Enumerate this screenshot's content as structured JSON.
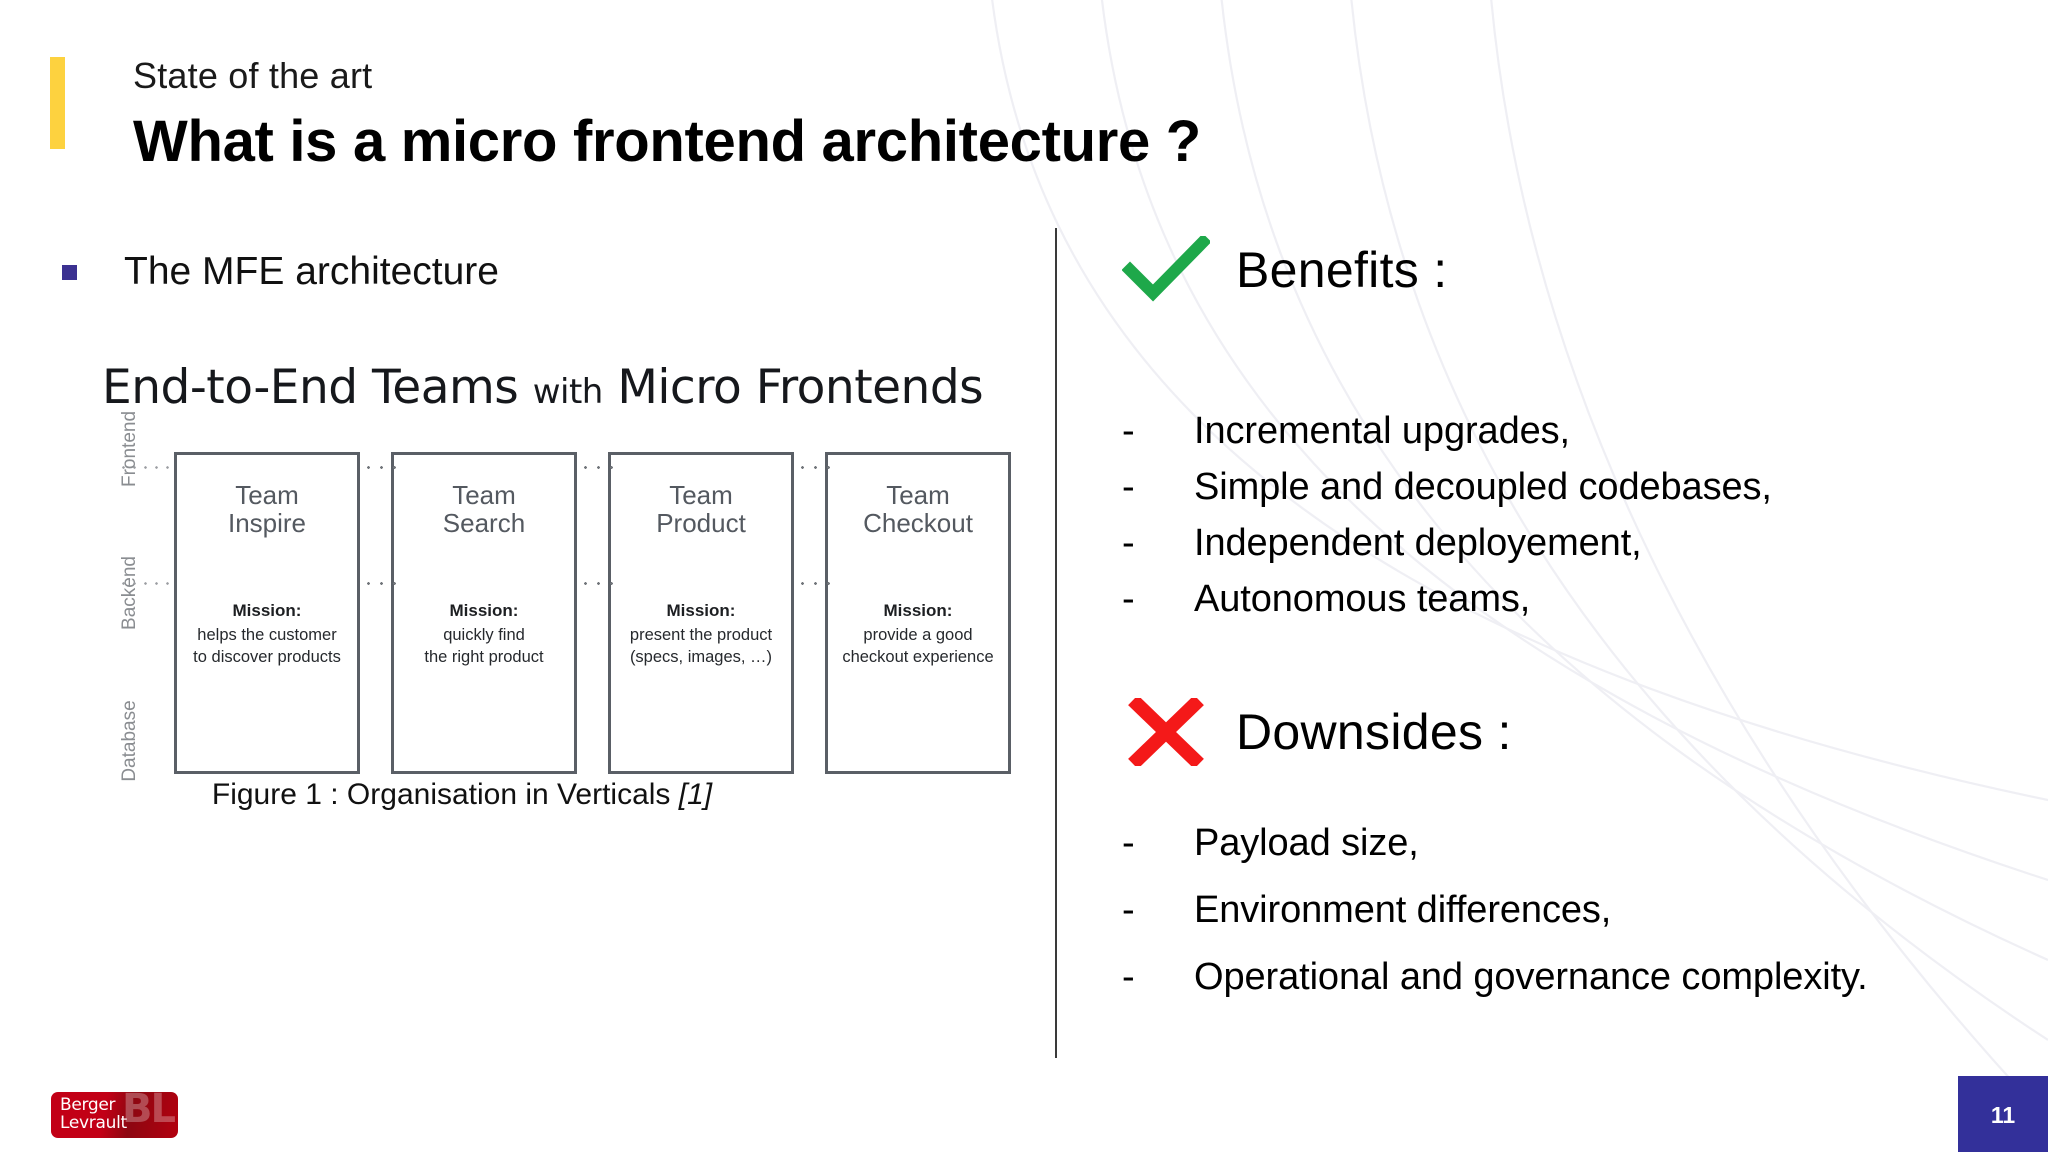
{
  "header": {
    "kicker": "State of the art",
    "title": "What is a micro frontend architecture ?",
    "accent_color": "#fdd23f"
  },
  "left": {
    "bullet_label": "The MFE architecture",
    "bullet_color": "#3b3191",
    "figure": {
      "title_main": "End-to-End Teams",
      "title_with": "with",
      "title_tail": "Micro Frontends",
      "axis_labels": [
        "Frontend",
        "Backend",
        "Database"
      ],
      "teams": [
        {
          "name_line1": "Team",
          "name_line2": "Inspire",
          "mission_label": "Mission:",
          "mission_line1": "helps the customer",
          "mission_line2": "to discover products"
        },
        {
          "name_line1": "Team",
          "name_line2": "Search",
          "mission_label": "Mission:",
          "mission_line1": "quickly find",
          "mission_line2": "the right product"
        },
        {
          "name_line1": "Team",
          "name_line2": "Product",
          "mission_label": "Mission:",
          "mission_line1": "present the product",
          "mission_line2": "(specs, images, …)"
        },
        {
          "name_line1": "Team",
          "name_line2": "Checkout",
          "mission_label": "Mission:",
          "mission_line1": "provide a good",
          "mission_line2": "checkout experience"
        }
      ],
      "caption": "Figure 1 : Organisation in Verticals ",
      "caption_ref": "[1]"
    }
  },
  "right": {
    "benefits": {
      "icon": "check-icon",
      "icon_color": "#1ea84a",
      "heading": "Benefits :",
      "items": [
        "Incremental upgrades,",
        "Simple and decoupled codebases,",
        "Independent deployement,",
        "Autonomous teams,"
      ],
      "dash": "-"
    },
    "downsides": {
      "icon": "cross-icon",
      "icon_color": "#f41919",
      "heading": "Downsides :",
      "items": [
        "Payload size,",
        "Environment differences,",
        "Operational and governance complexity."
      ],
      "dash": "-"
    }
  },
  "footer": {
    "logo_line1": "Berger",
    "logo_line2": "Levrault",
    "logo_mark": "BL",
    "page_number": "11",
    "page_badge_color": "#33309a"
  }
}
